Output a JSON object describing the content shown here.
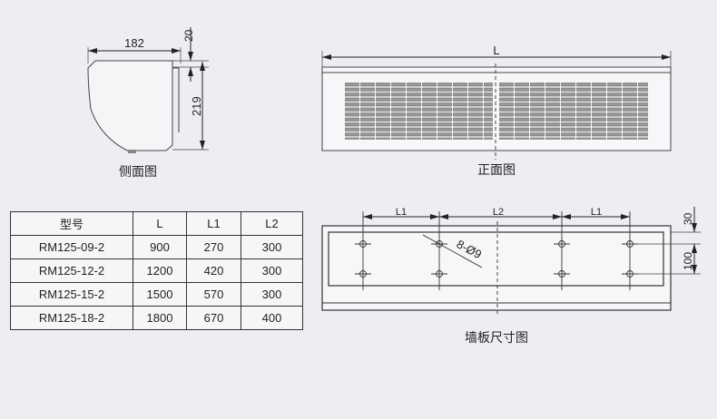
{
  "side_view": {
    "title": "侧面图",
    "dim_width": "182",
    "dim_top": "20",
    "dim_height": "219"
  },
  "front_view": {
    "title": "正面图",
    "dim_length": "L"
  },
  "wall_plate": {
    "title": "墙板尺寸图",
    "dim_l1_left": "L1",
    "dim_l2": "L2",
    "dim_l1_right": "L1",
    "hole_spec": "8-Ø9",
    "dim_top_offset": "30",
    "dim_hole_spacing": "100"
  },
  "spec_table": {
    "headers": [
      "型号",
      "L",
      "L1",
      "L2"
    ],
    "rows": [
      [
        "RM125-09-2",
        "900",
        "270",
        "300"
      ],
      [
        "RM125-12-2",
        "1200",
        "420",
        "300"
      ],
      [
        "RM125-15-2",
        "1500",
        "570",
        "300"
      ],
      [
        "RM125-18-2",
        "1800",
        "670",
        "400"
      ]
    ]
  }
}
